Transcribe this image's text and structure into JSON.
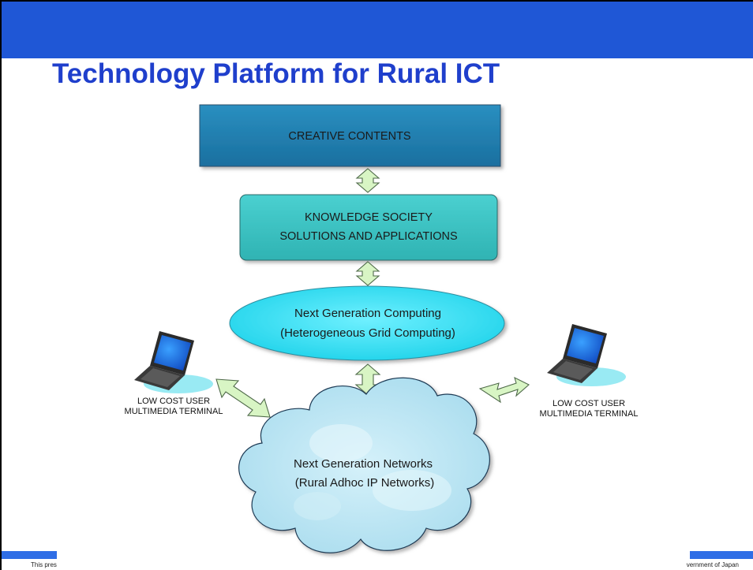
{
  "slide": {
    "title": "Technology Platform for Rural ICT",
    "footer_left": "This pres",
    "footer_right": "vernment of Japan"
  },
  "diagram": {
    "creative_contents": "CREATIVE CONTENTS",
    "knowledge_line1": "KNOWLEDGE SOCIETY",
    "knowledge_line2": "SOLUTIONS AND APPLICATIONS",
    "computing_line1": "Next Generation Computing",
    "computing_line2": "(Heterogeneous Grid Computing)",
    "networks_line1": "Next Generation Networks",
    "networks_line2": "(Rural Adhoc IP Networks)",
    "terminal_left_line1": "LOW COST USER",
    "terminal_left_line2": "MULTIMEDIA TERMINAL",
    "terminal_right_line1": "LOW COST USER",
    "terminal_right_line2": "MULTIMEDIA TERMINAL"
  },
  "colors": {
    "header_band": "#1f57d6",
    "title": "#1f3fcc",
    "creative_box": "#1f7fb0",
    "knowledge_box": "#38c2c2",
    "computing_ellipse": "#33e0f0",
    "cloud": "#b8e7f2",
    "arrow_fill": "#d8f5c4"
  },
  "icons": [
    "laptop-icon",
    "cloud-shape",
    "double-arrow-icon"
  ]
}
